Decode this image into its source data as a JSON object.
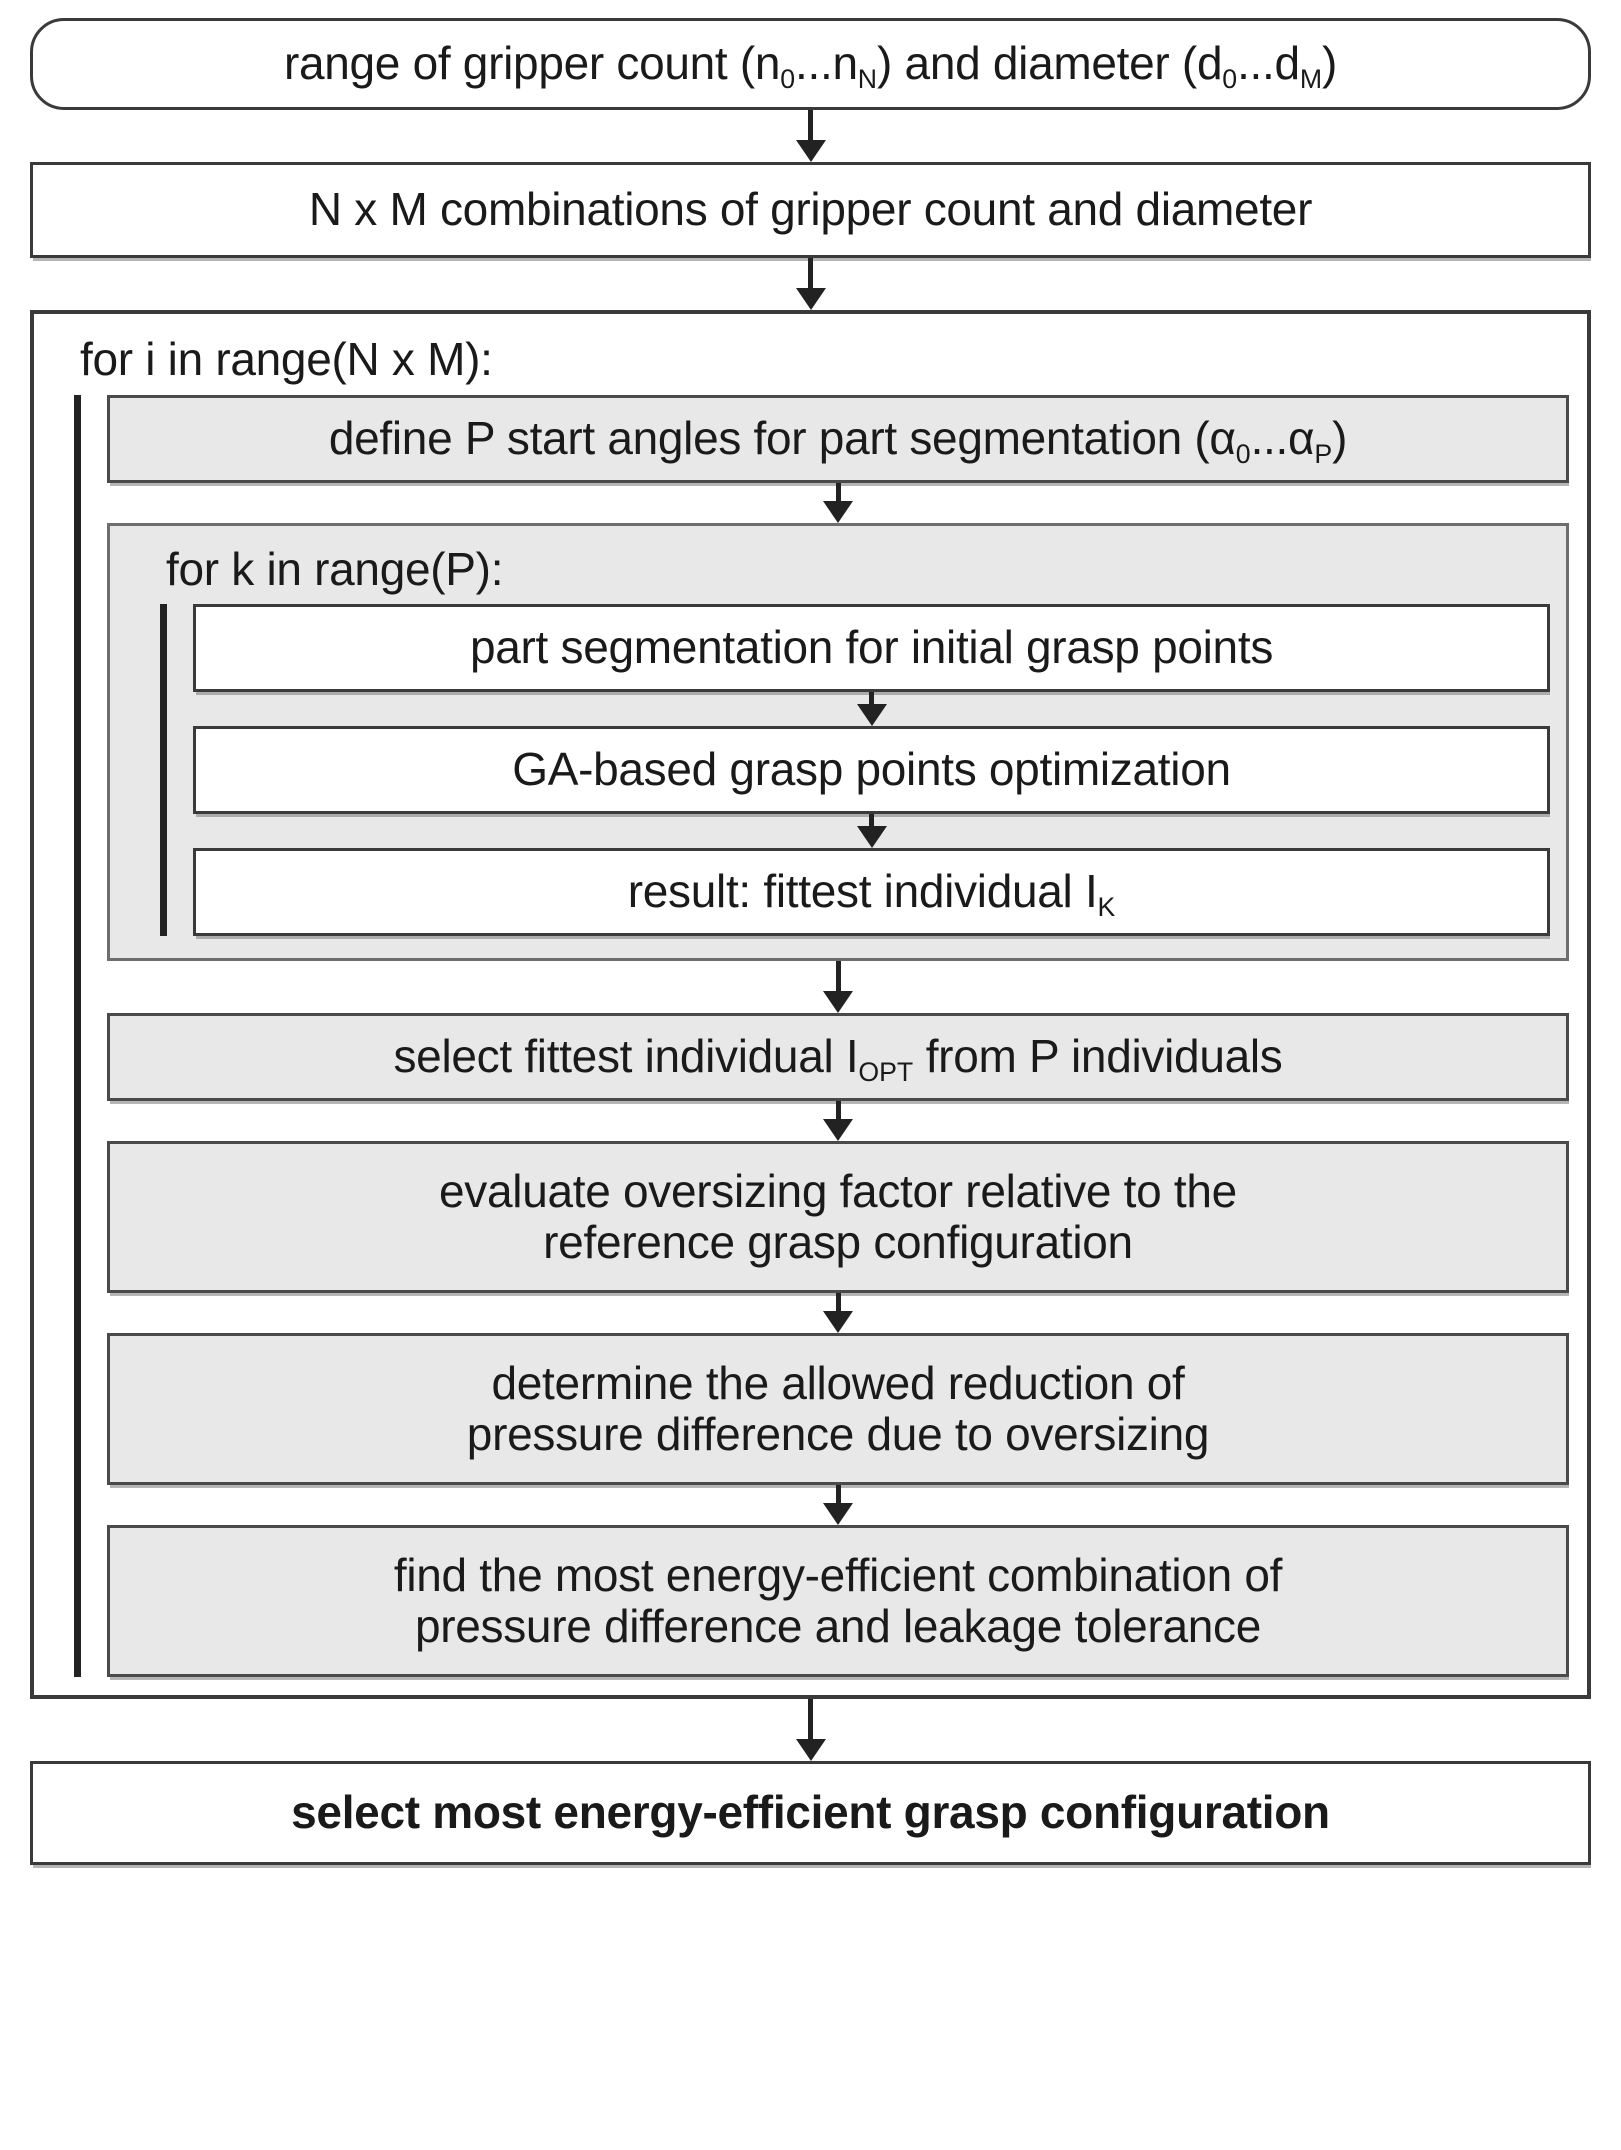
{
  "flow": {
    "title": "grasp configuration optimization flowchart",
    "start": {
      "text_before_sub1": "range of gripper count (n",
      "sub1": "0",
      "text_mid": "...n",
      "sub2": "N",
      "text_mid2": ") and diameter (d",
      "sub3": "0",
      "text_mid3": "...d",
      "sub4": "M",
      "text_end": ")",
      "plain": "range of gripper count (n0...nN) and diameter (d0...dM)"
    },
    "combinations": "N x M combinations of gripper count and diameter",
    "outer_loop": {
      "label": "for i in range(N x M):",
      "define_angles": {
        "prefix": "define P start angles for part segmentation (α",
        "sub1": "0",
        "mid": "...α",
        "sub2": "P",
        "suffix": ")",
        "plain": "define P start angles for part segmentation (α0...αP)"
      },
      "inner_loop": {
        "label": "for k in range(P):",
        "steps": [
          {
            "text": "part segmentation for initial grasp points"
          },
          {
            "text": "GA-based grasp points optimization"
          },
          {
            "prefix": "result: fittest individual I",
            "sub": "K",
            "suffix": "",
            "plain": "result: fittest individual IK"
          }
        ]
      },
      "post_steps": [
        {
          "prefix": "select fittest individual I",
          "sub": "OPT",
          "suffix": " from P individuals",
          "plain": "select fittest individual IOPT from P individuals",
          "lines": 1
        },
        {
          "line1": "evaluate oversizing factor relative to the",
          "line2": "reference grasp configuration",
          "lines": 2
        },
        {
          "line1": "determine the allowed reduction of",
          "line2": "pressure difference due to oversizing",
          "lines": 2
        },
        {
          "line1": "find the most energy-efficient combination of",
          "line2": "pressure difference and leakage tolerance",
          "lines": 2
        }
      ]
    },
    "end": "select most energy-efficient grasp configuration"
  },
  "colors": {
    "border": "#3a3a3a",
    "shaded_fill": "#e8e8e8",
    "white_fill": "#ffffff",
    "arrow": "#222222",
    "text": "#1a1a1a"
  }
}
